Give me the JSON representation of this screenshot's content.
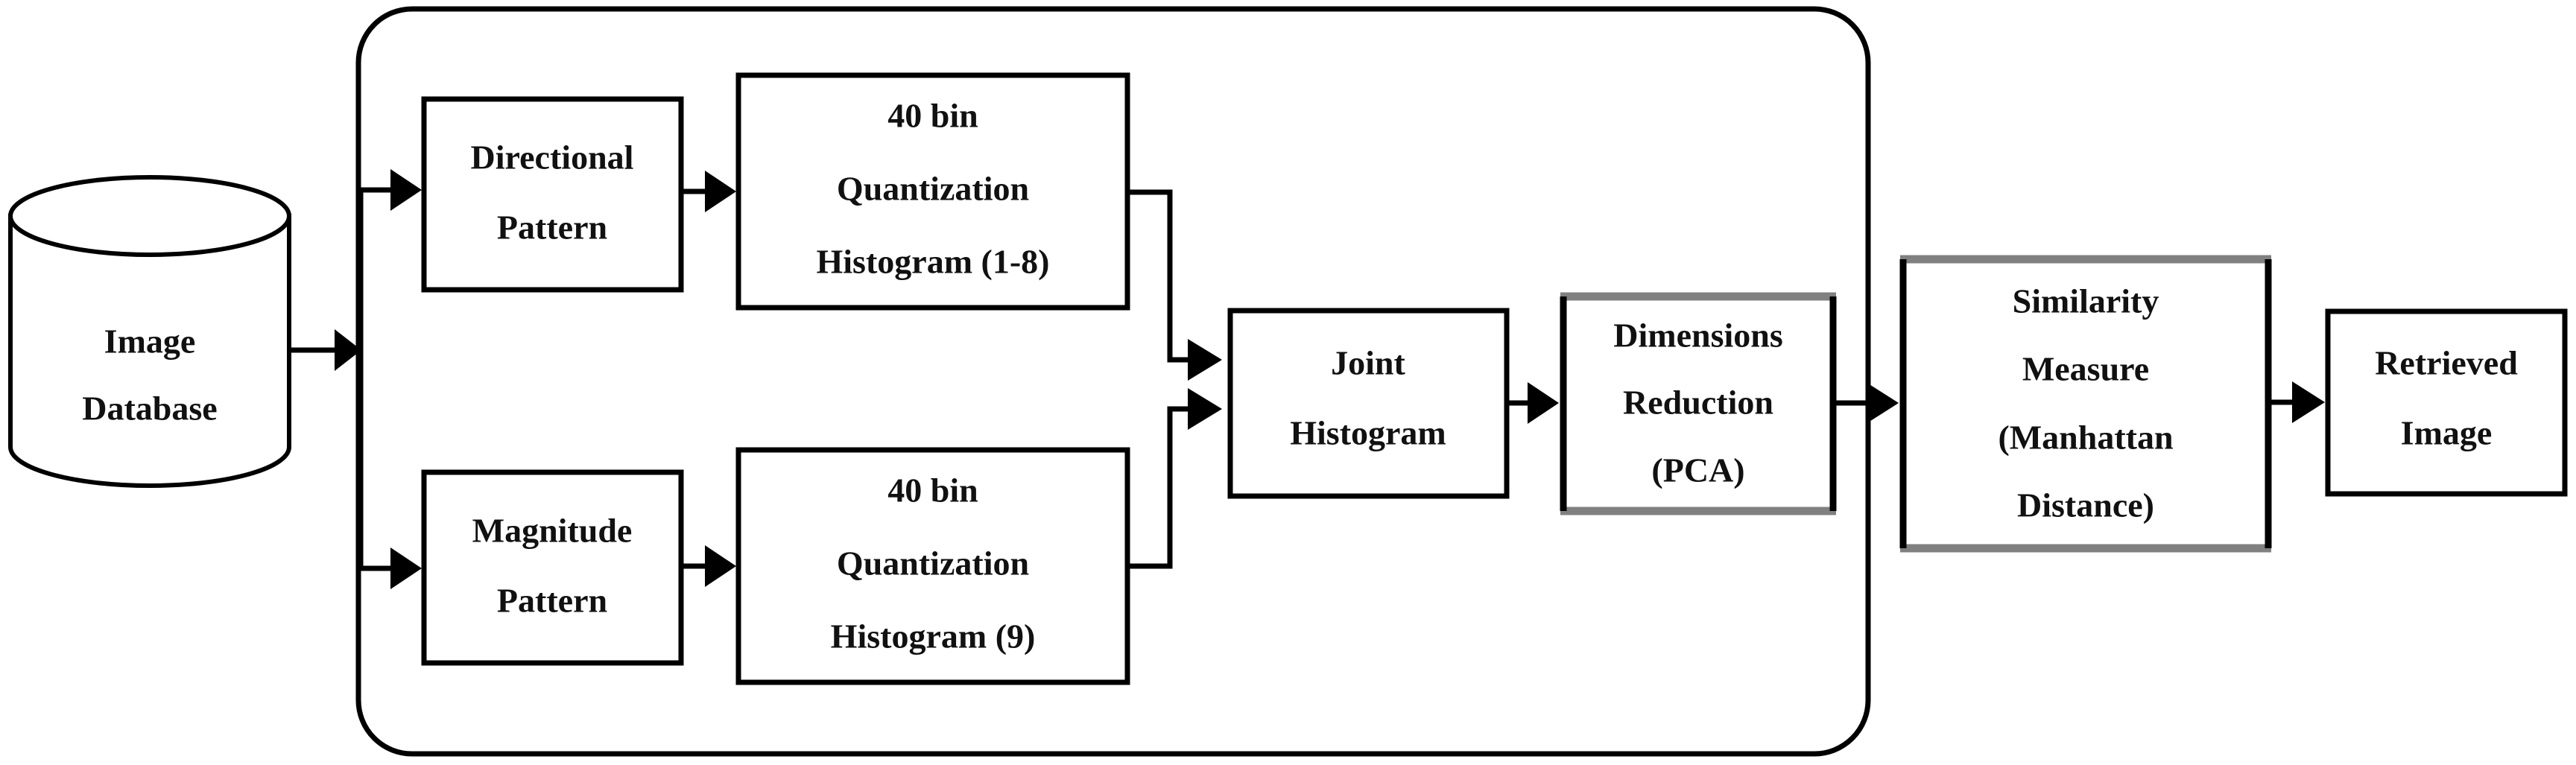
{
  "diagram": {
    "title": "Image Retrieval Pipeline Flowchart",
    "background_color": "#ffffff",
    "line_color": "#000000",
    "accent_gray": "#808080",
    "nodes": {
      "image_database": {
        "shape": "cylinder",
        "line1": "Image",
        "line2": "Database"
      },
      "directional_pattern": {
        "shape": "rectangle",
        "line1": "Directional",
        "line2": "Pattern"
      },
      "magnitude_pattern": {
        "shape": "rectangle",
        "line1": "Magnitude",
        "line2": "Pattern"
      },
      "histogram_top": {
        "shape": "rectangle",
        "line1": "40 bin",
        "line2": "Quantization",
        "line3": "Histogram (1-8)"
      },
      "histogram_bottom": {
        "shape": "rectangle",
        "line1": "40 bin",
        "line2": "Quantization",
        "line3": "Histogram (9)"
      },
      "joint_histogram": {
        "shape": "rectangle",
        "line1": "Joint",
        "line2": "Histogram"
      },
      "dimensions_reduction": {
        "shape": "rectangle-gray-edged",
        "line1": "Dimensions",
        "line2": "Reduction",
        "line3": "(PCA)"
      },
      "similarity_measure": {
        "shape": "rectangle-gray-edged",
        "line1": "Similarity",
        "line2": "Measure",
        "line3": "(Manhattan",
        "line4": "Distance)"
      },
      "retrieved_image": {
        "shape": "rectangle",
        "line1": "Retrieved",
        "line2": "Image"
      }
    },
    "edges": [
      {
        "name": "database-to-group",
        "from": "image_database",
        "to": "feature-extraction-group"
      },
      {
        "name": "split-to-directional",
        "from": "feature-extraction-group",
        "to": "directional_pattern"
      },
      {
        "name": "split-to-magnitude",
        "from": "feature-extraction-group",
        "to": "magnitude_pattern"
      },
      {
        "name": "directional-to-histogram-top",
        "from": "directional_pattern",
        "to": "histogram_top"
      },
      {
        "name": "magnitude-to-histogram-bottom",
        "from": "magnitude_pattern",
        "to": "histogram_bottom"
      },
      {
        "name": "histogram-top-to-joint",
        "from": "histogram_top",
        "to": "joint_histogram"
      },
      {
        "name": "histogram-bottom-to-joint",
        "from": "histogram_bottom",
        "to": "joint_histogram"
      },
      {
        "name": "joint-to-pca",
        "from": "joint_histogram",
        "to": "dimensions_reduction"
      },
      {
        "name": "pca-to-similarity",
        "from": "dimensions_reduction",
        "to": "similarity_measure"
      },
      {
        "name": "similarity-to-retrieved",
        "from": "similarity_measure",
        "to": "retrieved_image"
      }
    ]
  }
}
